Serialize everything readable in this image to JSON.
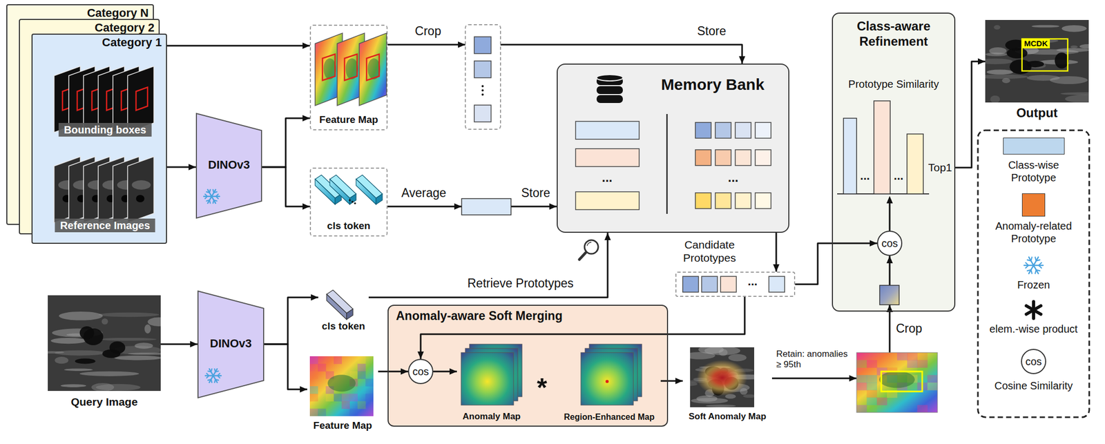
{
  "diagram": {
    "nodes": [
      {
        "text": [
          "Category N"
        ]
      },
      {
        "text": [
          "Category 2"
        ]
      },
      {
        "text": [
          "Category 1"
        ]
      },
      {
        "text": [
          "Bounding boxes"
        ],
        "in": 2
      },
      {
        "text": [
          "Reference Images"
        ],
        "in": 2
      },
      {
        "text": [
          "DINOv3"
        ]
      },
      {
        "text": [
          "Feature Map"
        ]
      },
      {
        "text": [
          "cls token"
        ]
      },
      {
        "text": [
          "Memory Bank"
        ]
      },
      {
        "text": [
          "Candidate Prototypes"
        ]
      },
      {
        "text": [
          "Class-aware Refinement",
          "Prototype Similarity"
        ]
      },
      {
        "text": [
          "cos"
        ],
        "in": 10
      },
      {
        "text": [
          "Output"
        ]
      },
      {
        "text": [
          "Query Image"
        ]
      },
      {
        "text": [
          "DINOv3"
        ]
      },
      {
        "text": [
          "cls token"
        ]
      },
      {
        "text": [
          "Feature Map"
        ]
      },
      {
        "text": [
          "Anomaly-aware Soft Merging"
        ]
      },
      {
        "text": [
          "cos"
        ],
        "in": 17
      },
      {
        "text": [
          "Anomaly Map"
        ],
        "in": 17
      },
      {
        "text": [
          "Region-Enhanced Map"
        ],
        "in": 17
      },
      {
        "text": [
          "Soft Anomaly Map"
        ]
      }
    ],
    "edges": [
      {
        "from": 2,
        "to": 5,
        "arrow": "to"
      },
      {
        "from": 2,
        "to": 6,
        "arrow": "to"
      },
      {
        "from": 5,
        "to": 6,
        "arrow": "to"
      },
      {
        "from": 5,
        "to": 7,
        "arrow": "to"
      },
      {
        "from": 6,
        "to": 8,
        "label": "Crop",
        "arrow": "to"
      },
      {
        "from": 7,
        "to": 8,
        "label": "Average",
        "arrow": "to"
      },
      {
        "from": 8,
        "to": 9,
        "arrow": "to"
      },
      {
        "from": 9,
        "to": 11,
        "arrow": "to"
      },
      {
        "from": 9,
        "to": 18,
        "arrow": "to"
      },
      {
        "from": 10,
        "to": 12,
        "label": "Top1",
        "arrow": "to"
      },
      {
        "from": 13,
        "to": 14,
        "arrow": "to"
      },
      {
        "from": 14,
        "to": 15,
        "arrow": "to"
      },
      {
        "from": 14,
        "to": 16,
        "arrow": "to"
      },
      {
        "from": 15,
        "to": 8,
        "label": "Retrieve Prototypes",
        "arrow": "to"
      },
      {
        "from": 16,
        "to": 18,
        "arrow": "to"
      },
      {
        "from": 18,
        "to": 19,
        "arrow": "to"
      },
      {
        "from": 20,
        "to": 21,
        "arrow": "to"
      },
      {
        "from": 21,
        "to": 11,
        "label": "Retain: anomalies ≥ 95th",
        "arrow": "to"
      }
    ],
    "labels": [
      "Store",
      "Store",
      "...",
      "...",
      "...",
      "...",
      "...",
      "MCDK",
      "*",
      "Crop",
      "cos"
    ],
    "legend": [
      {
        "text": "Class-wise Prototype",
        "color": "#bdd7ee"
      },
      {
        "text": "Anomaly-related Prototype",
        "color": "#ed7d31"
      },
      {
        "text": "Frozen"
      },
      {
        "text": "elem.-wise product"
      },
      {
        "text": "Cosine Similarity"
      }
    ]
  }
}
